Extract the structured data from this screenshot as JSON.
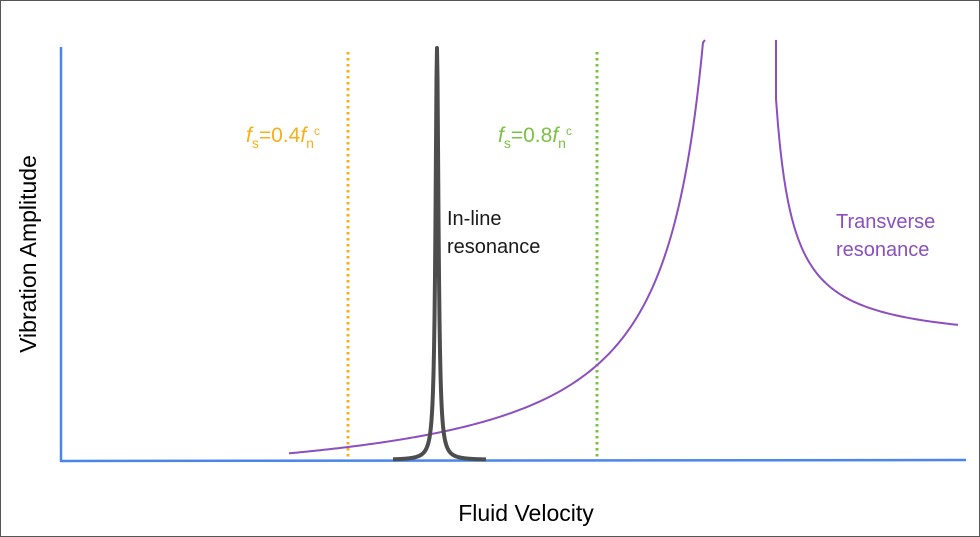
{
  "chart_data": {
    "type": "line",
    "title": "",
    "xlabel": "Fluid Velocity",
    "ylabel": "Vibration Amplitude",
    "grid": false,
    "axis_ticks": "none",
    "markers": [
      {
        "name_parts": [
          "f",
          "s",
          "=0.4",
          "f",
          "n",
          "c"
        ],
        "color": "#f5b01e",
        "style": "dotted"
      },
      {
        "name_parts": [
          "f",
          "s",
          "=0.8",
          "f",
          "n",
          "c"
        ],
        "color": "#7cc242",
        "style": "dotted"
      }
    ],
    "series": [
      {
        "name_lines": [
          "In-line",
          "resonance"
        ],
        "color": "#4d4d4d",
        "shape": "narrow peak"
      },
      {
        "name_lines": [
          "Transverse",
          "resonance"
        ],
        "color": "#8b4fbf",
        "shape": "broad resonance rising off-scale"
      }
    ],
    "colors": {
      "axis": "#4a86e8",
      "frame": "#555555"
    }
  }
}
